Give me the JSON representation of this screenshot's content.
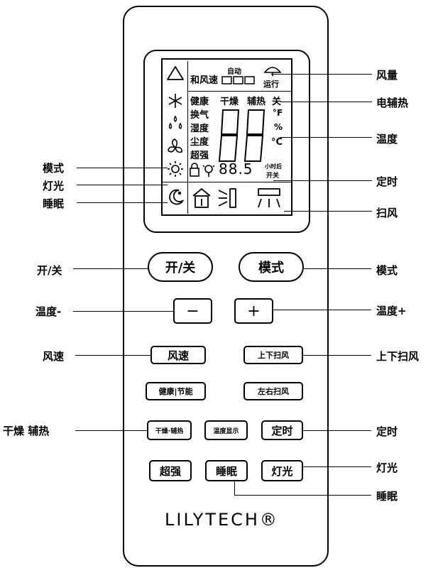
{
  "callouts": {
    "left": {
      "mode": "模式",
      "light": "灯光",
      "sleep": "睡眠",
      "power": "开/关",
      "temp_minus": "温度-",
      "fan_speed": "风速",
      "dry_heat": "干燥 辅热"
    },
    "right": {
      "fan_volume": "风量",
      "aux_heat": "电辅热",
      "temperature": "温度",
      "timer": "定时",
      "swing": "扫风",
      "mode": "模式",
      "temp_plus": "温度+",
      "updown_swing": "上下扫风",
      "timer2": "定时",
      "light": "灯光",
      "sleep": "睡眠"
    }
  },
  "lcd": {
    "gentle_wind": "和风速",
    "auto": "自动",
    "run": "运行",
    "health": "健康",
    "dry": "干燥",
    "aux_heat": "辅热",
    "off": "关",
    "ventilate": "换气",
    "humidity": "湿度",
    "dust": "尘度",
    "super": "超强",
    "digits": "88",
    "unit_f": "°F",
    "unit_pct": "%",
    "unit_c": "°C",
    "timer_value": "88.5",
    "hours_later": "小时后",
    "on_off": "开关"
  },
  "buttons": {
    "power": "开/关",
    "mode": "模式",
    "minus": "−",
    "plus": "+",
    "fan_speed": "风速",
    "updown_swing": "上下扫风",
    "health_save": "健康|节能",
    "leftright_swing": "左右扫风",
    "dry_heat": "干燥·辅热",
    "temp_display": "温度显示",
    "timer": "定时",
    "super": "超强",
    "sleep": "睡眠",
    "light": "灯光"
  },
  "brand": "LILYTECH®"
}
